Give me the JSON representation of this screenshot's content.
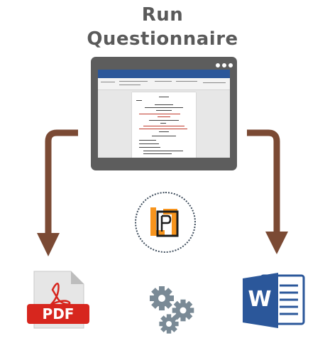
{
  "title": {
    "line1": "Run",
    "line2": "Questionnaire"
  },
  "outputs": {
    "pdf": {
      "label": "PDF",
      "color": "#d7261e"
    },
    "word": {
      "letter": "W",
      "color": "#2b579a"
    }
  },
  "colors": {
    "arrow": "#7b4a34",
    "laptop": "#5d5d5d",
    "gear": "#7a8a96",
    "title": "#5a5a5a"
  }
}
